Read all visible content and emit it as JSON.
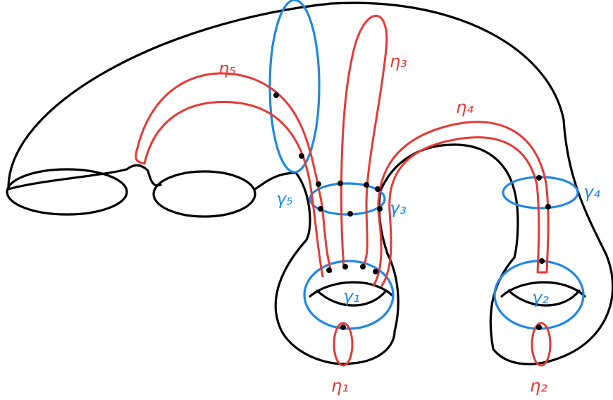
{
  "colors": {
    "surface": "#000000",
    "gamma_curves": "#1e88e5",
    "eta_curves": "#e53935",
    "intersection_points": "#000000"
  },
  "labels": {
    "gamma1": "γ₁",
    "gamma2": "γ₂",
    "gamma3": "γ₃",
    "gamma4": "γ₄",
    "gamma5": "γ₅",
    "eta1": "η₁",
    "eta2": "η₂",
    "eta3": "η₃",
    "eta4": "η₄",
    "eta5": "η₅"
  }
}
